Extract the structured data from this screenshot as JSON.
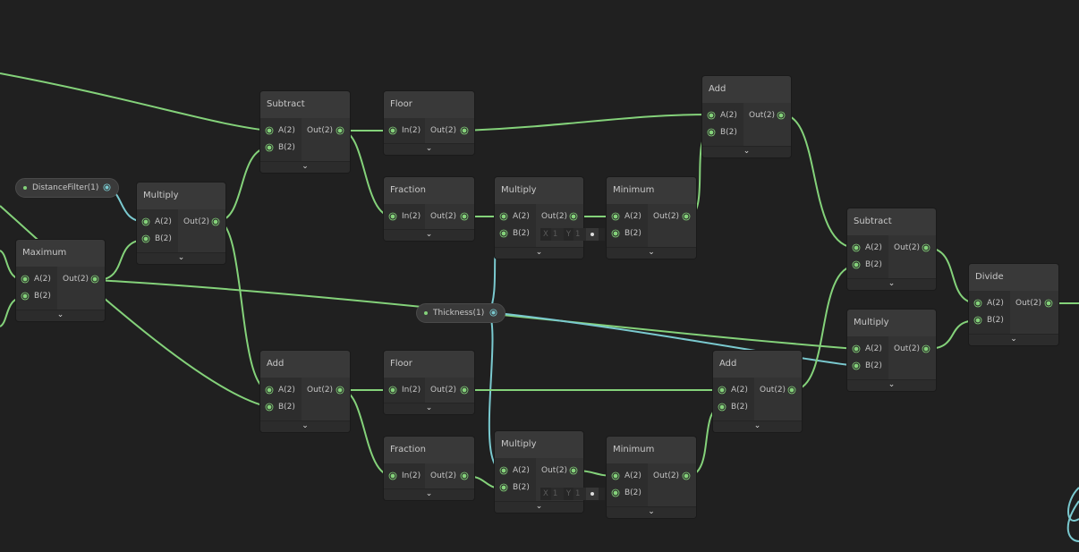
{
  "properties": {
    "distance_filter": "DistanceFilter(1)",
    "thickness": "Thickness(1)"
  },
  "nodes": {
    "subtract_top": {
      "title": "Subtract",
      "inputs": [
        "A(2)",
        "B(2)"
      ],
      "outputs": [
        "Out(2)"
      ]
    },
    "floor_top": {
      "title": "Floor",
      "inputs": [
        "In(2)"
      ],
      "outputs": [
        "Out(2)"
      ]
    },
    "add_top": {
      "title": "Add",
      "inputs": [
        "A(2)",
        "B(2)"
      ],
      "outputs": [
        "Out(2)"
      ]
    },
    "fraction_top": {
      "title": "Fraction",
      "inputs": [
        "In(2)"
      ],
      "outputs": [
        "Out(2)"
      ]
    },
    "multiply_top": {
      "title": "Multiply",
      "inputs": [
        "A(2)",
        "B(2)"
      ],
      "outputs": [
        "Out(2)"
      ]
    },
    "minimum_top": {
      "title": "Minimum",
      "inputs": [
        "A(2)",
        "B(2)"
      ],
      "outputs": [
        "Out(2)"
      ]
    },
    "multiply_left": {
      "title": "Multiply",
      "inputs": [
        "A(2)",
        "B(2)"
      ],
      "outputs": [
        "Out(2)"
      ]
    },
    "maximum": {
      "title": "Maximum",
      "inputs": [
        "A(2)",
        "B(2)"
      ],
      "outputs": [
        "Out(2)"
      ]
    },
    "subtract_right": {
      "title": "Subtract",
      "inputs": [
        "A(2)",
        "B(2)"
      ],
      "outputs": [
        "Out(2)"
      ]
    },
    "divide": {
      "title": "Divide",
      "inputs": [
        "A(2)",
        "B(2)"
      ],
      "outputs": [
        "Out(2)"
      ]
    },
    "multiply_right": {
      "title": "Multiply",
      "inputs": [
        "A(2)",
        "B(2)"
      ],
      "outputs": [
        "Out(2)"
      ]
    },
    "add_bottom_left": {
      "title": "Add",
      "inputs": [
        "A(2)",
        "B(2)"
      ],
      "outputs": [
        "Out(2)"
      ]
    },
    "floor_bottom": {
      "title": "Floor",
      "inputs": [
        "In(2)"
      ],
      "outputs": [
        "Out(2)"
      ]
    },
    "add_bottom_right": {
      "title": "Add",
      "inputs": [
        "A(2)",
        "B(2)"
      ],
      "outputs": [
        "Out(2)"
      ]
    },
    "fraction_bottom": {
      "title": "Fraction",
      "inputs": [
        "In(2)"
      ],
      "outputs": [
        "Out(2)"
      ]
    },
    "multiply_bottom": {
      "title": "Multiply",
      "inputs": [
        "A(2)",
        "B(2)"
      ],
      "outputs": [
        "Out(2)"
      ]
    },
    "minimum_bottom": {
      "title": "Minimum",
      "inputs": [
        "A(2)",
        "B(2)"
      ],
      "outputs": [
        "Out(2)"
      ]
    }
  },
  "inline_defaults": {
    "minimum_top_b": {
      "x_label": "X",
      "x": "1",
      "y_label": "Y",
      "y": "1"
    },
    "minimum_bottom_b": {
      "x_label": "X",
      "x": "1",
      "y_label": "Y",
      "y": "1"
    }
  },
  "icons": {
    "expand": "chevron-down-icon",
    "port": "port-dot-icon"
  },
  "colors": {
    "background": "#202020",
    "wire_float2": "#84d27a",
    "wire_float1": "#7ac9cf",
    "node_title": "#393939"
  }
}
